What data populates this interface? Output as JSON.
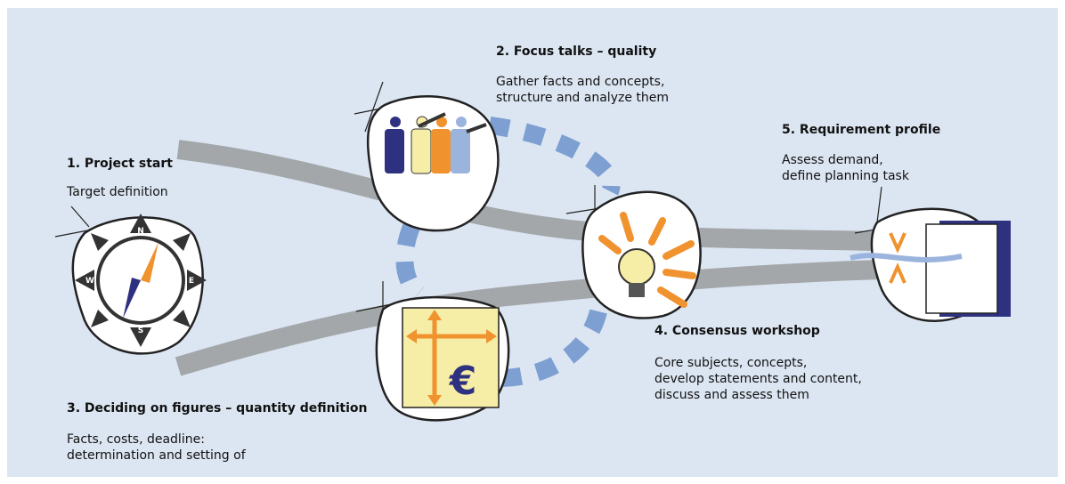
{
  "colors": {
    "background": "#dce6f2",
    "road": "#a3a7aa",
    "dashes": "#7d9fd1",
    "orange": "#f0922e",
    "navy": "#2e3180",
    "yellow_panel": "#f6eda6"
  },
  "steps": [
    {
      "title": "1. Project start",
      "desc": [
        "Target definition"
      ],
      "icon": "compass-icon"
    },
    {
      "title": "2. Focus talks – quality",
      "desc": [
        "Gather facts and concepts,",
        "structure and analyze them"
      ],
      "icon": "people-group-icon"
    },
    {
      "title": "3. Deciding on figures – quantity definition",
      "desc": [
        "Facts, costs, deadline:",
        "determination and setting of"
      ],
      "icon": "euro-icon"
    },
    {
      "title": "4. Consensus workshop",
      "desc": [
        "Core subjects, concepts,",
        "develop statements and content,",
        "discuss and assess them"
      ],
      "icon": "lightbulb-icon"
    },
    {
      "title": "5. Requirement profile",
      "desc": [
        "Assess demand,",
        "define planning task"
      ],
      "icon": "notebook-icon"
    }
  ],
  "compass_letters": [
    "N",
    "E",
    "S",
    "W"
  ],
  "euro_symbol": "€"
}
